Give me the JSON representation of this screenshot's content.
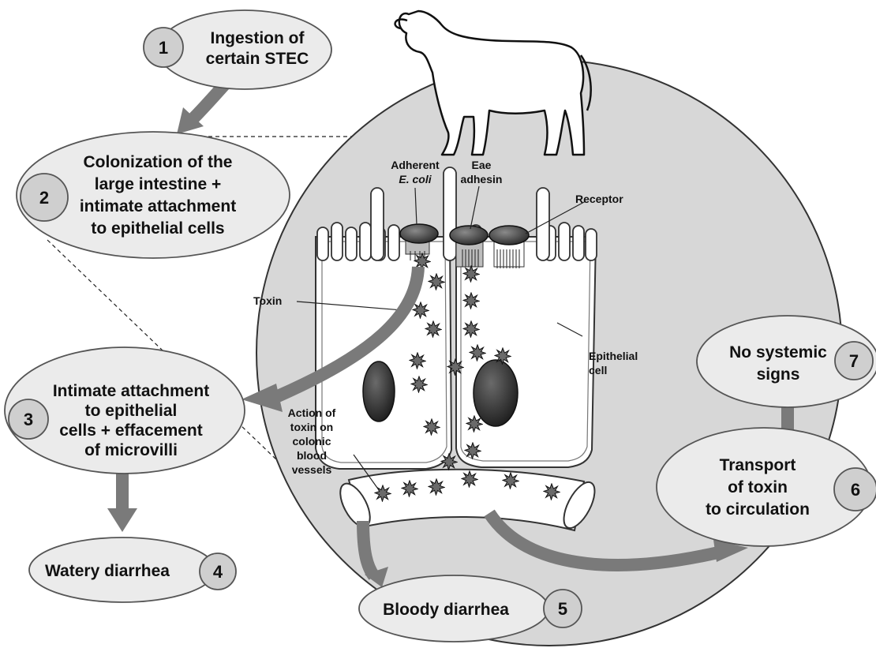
{
  "steps": [
    {
      "num": "1",
      "lines": [
        "Ingestion of",
        "certain STEC"
      ]
    },
    {
      "num": "2",
      "lines": [
        "Colonization of the",
        "large intestine +",
        "intimate attachment",
        "to epithelial cells"
      ]
    },
    {
      "num": "3",
      "lines": [
        "Intimate attachment",
        "to epithelial",
        "cells + effacement",
        "of microvilli"
      ]
    },
    {
      "num": "4",
      "lines": [
        "Watery diarrhea"
      ]
    },
    {
      "num": "5",
      "lines": [
        "Bloody diarrhea"
      ]
    },
    {
      "num": "6",
      "lines": [
        "Transport",
        "of toxin",
        "to circulation"
      ]
    },
    {
      "num": "7",
      "lines": [
        "No systemic",
        "signs"
      ]
    }
  ],
  "labels": {
    "adherent": [
      "Adherent"
    ],
    "ecoli": "E. coli",
    "eae": [
      "Eae",
      "adhesin"
    ],
    "receptor": [
      "Receptor"
    ],
    "toxin": [
      "Toxin"
    ],
    "epithelial": [
      "Epithelial",
      "cell"
    ],
    "action": [
      "Action of",
      "toxin on",
      "colonic",
      "blood",
      "vessels"
    ]
  },
  "colors": {
    "bubble_fill": "#ebebeb",
    "number_fill": "#cfcfcf",
    "arrow": "#7a7a7a",
    "circle_fill": "#d7d7d7",
    "nucleus": "#3a3a3a"
  }
}
